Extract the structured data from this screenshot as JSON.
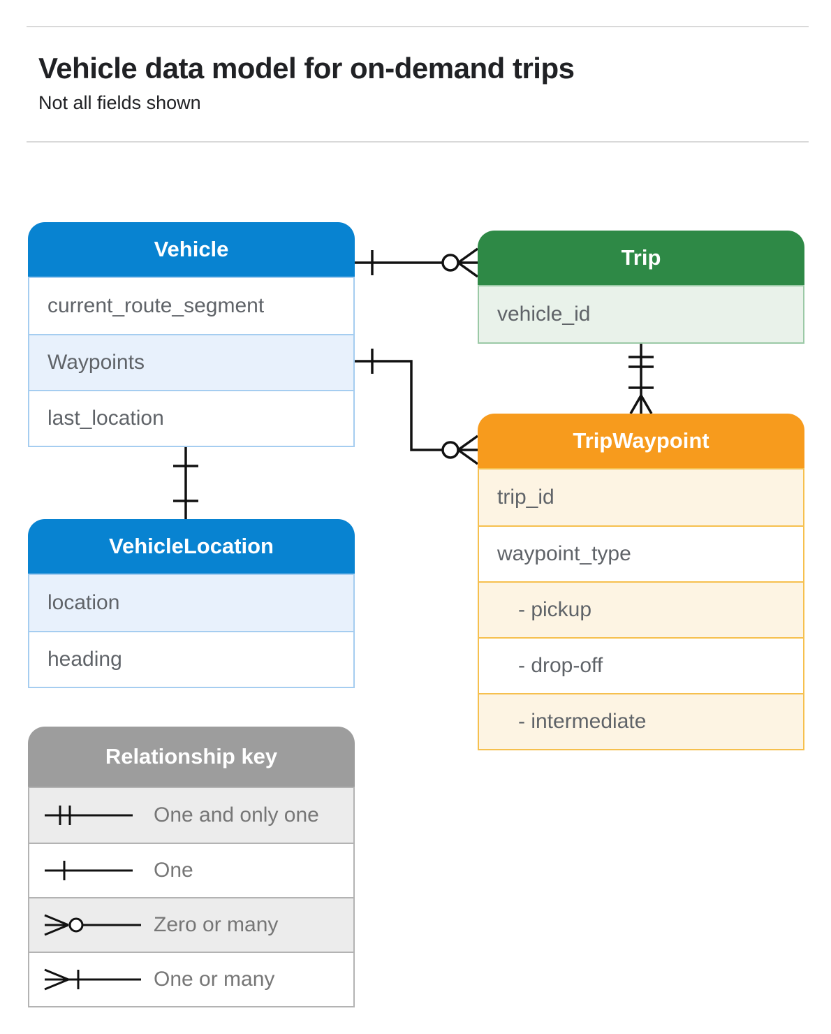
{
  "page": {
    "title": "Vehicle data model for on-demand trips",
    "subtitle": "Not all fields shown"
  },
  "colors": {
    "blue": "#0883d1",
    "blue-light": "#e8f1fc",
    "blue-border": "#a5cdf0",
    "green": "#2e8946",
    "green-light": "#e9f2ea",
    "green-border": "#9bc9a6",
    "orange": "#f79b1d",
    "orange-light": "#fdf4e3",
    "orange-border": "#f6c04e",
    "gray": "#9d9d9d",
    "gray-light": "#ececec",
    "gray-border": "#b3b3b3",
    "field-text": "#5f6368",
    "legend-text": "#767676",
    "title-text": "#202124",
    "divider": "#d9d9d9",
    "line": "#111111"
  },
  "tables": {
    "vehicle": {
      "title": "Vehicle",
      "fields": [
        "current_route_segment",
        "Waypoints",
        "last_location"
      ]
    },
    "trip": {
      "title": "Trip",
      "fields": [
        "vehicle_id"
      ]
    },
    "trip_waypoint": {
      "title": "TripWaypoint",
      "fields": [
        "trip_id",
        "waypoint_type",
        "- pickup",
        "- drop-off",
        "- intermediate"
      ]
    },
    "vehicle_location": {
      "title": "VehicleLocation",
      "fields": [
        "location",
        "heading"
      ]
    }
  },
  "legend": {
    "title": "Relationship key",
    "items": [
      {
        "symbol": "one-and-only-one",
        "label": "One and only one"
      },
      {
        "symbol": "one",
        "label": "One"
      },
      {
        "symbol": "zero-or-many",
        "label": "Zero or many"
      },
      {
        "symbol": "one-or-many",
        "label": "One or many"
      }
    ]
  },
  "relationships": [
    {
      "from": "Vehicle",
      "to": "Trip",
      "from_cardinality": "one",
      "to_cardinality": "zero-or-many"
    },
    {
      "from": "Vehicle.Waypoints",
      "to": "TripWaypoint",
      "from_cardinality": "one",
      "to_cardinality": "zero-or-many"
    },
    {
      "from": "Trip",
      "to": "TripWaypoint",
      "from_cardinality": "one-and-only-one",
      "to_cardinality": "one-or-many"
    },
    {
      "from": "Vehicle",
      "to": "VehicleLocation",
      "from_cardinality": "one",
      "to_cardinality": "one"
    }
  ]
}
